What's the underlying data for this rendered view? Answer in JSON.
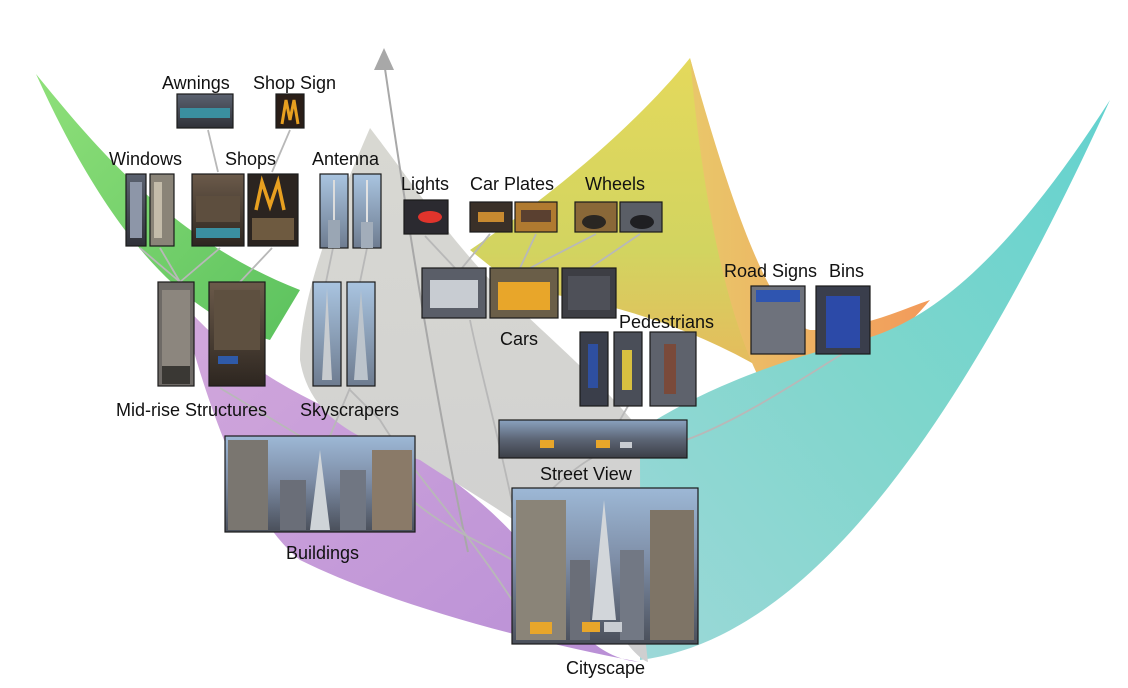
{
  "labels": {
    "awnings": "Awnings",
    "shop_sign": "Shop Sign",
    "windows": "Windows",
    "shops": "Shops",
    "antenna": "Antenna",
    "lights": "Lights",
    "car_plates": "Car Plates",
    "wheels": "Wheels",
    "road_signs": "Road Signs",
    "bins": "Bins",
    "cars": "Cars",
    "pedestrians": "Pedestrians",
    "mid_rise": "Mid-rise Structures",
    "skyscrapers": "Skyscrapers",
    "street_view": "Street View",
    "buildings": "Buildings",
    "cityscape": "Cityscape"
  },
  "colors": {
    "surface_green": "#79d36a",
    "surface_yellow": "#d9d65a",
    "surface_orange": "#f0a35a",
    "surface_teal": "#7fd8cf",
    "surface_purple": "#c9a0d8",
    "surface_gray": "#d4d4d0",
    "edge": "#b8b8b8",
    "arrow": "#a8a8a8"
  },
  "hierarchy": {
    "Cityscape": [
      "Buildings",
      "Street View"
    ],
    "Buildings": [
      "Mid-rise Structures",
      "Skyscrapers"
    ],
    "Mid-rise Structures": [
      "Windows",
      "Shops"
    ],
    "Shops": [
      "Awnings",
      "Shop Sign"
    ],
    "Skyscrapers": [
      "Antenna"
    ],
    "Street View": [
      "Cars",
      "Pedestrians",
      "Road Signs",
      "Bins"
    ],
    "Cars": [
      "Lights",
      "Car Plates",
      "Wheels"
    ]
  }
}
